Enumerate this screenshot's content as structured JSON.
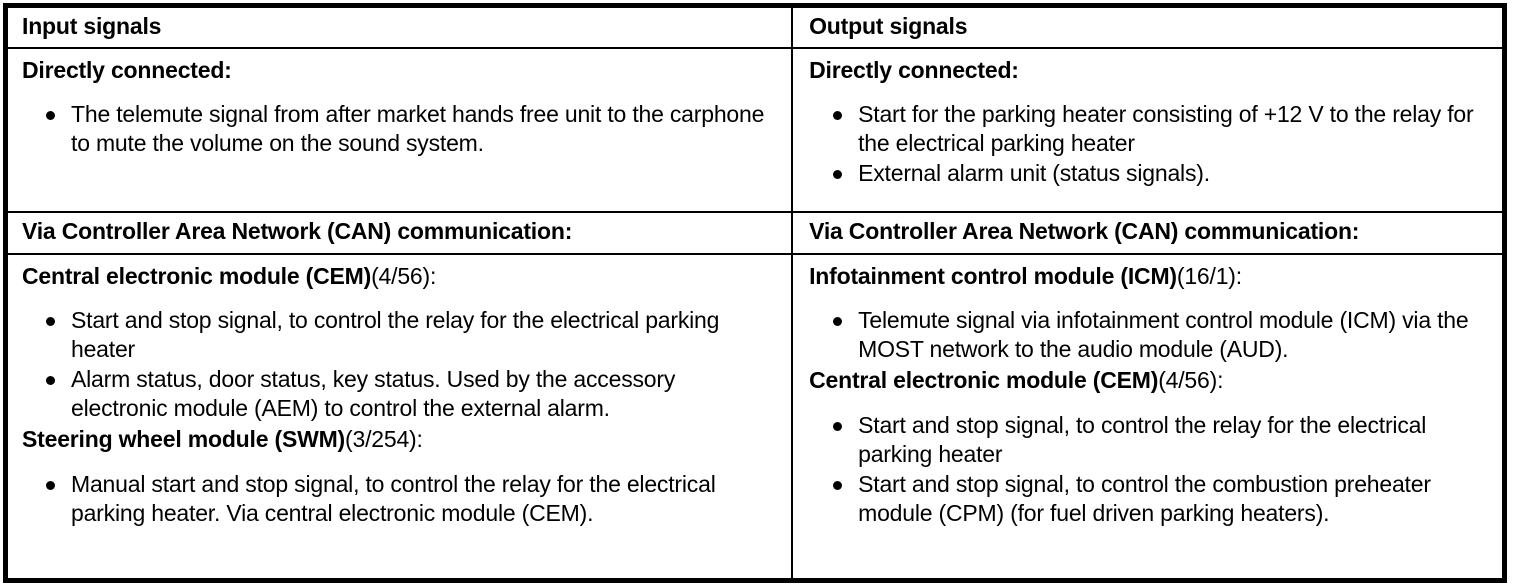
{
  "table": {
    "columns": [
      {
        "id": "input",
        "header": "Input signals"
      },
      {
        "id": "output",
        "header": "Output signals"
      }
    ],
    "rows": [
      {
        "id": "directly-connected",
        "left": {
          "heading": "Directly connected:",
          "bullets": [
            "The telemute signal from after market hands free unit to the carphone to mute the volume on the sound system."
          ]
        },
        "right": {
          "heading": "Directly connected:",
          "bullets": [
            "Start for the parking heater consisting of +12 V to the relay for the electrical parking heater",
            "External alarm unit (status signals)."
          ]
        }
      },
      {
        "id": "can-communication-header",
        "left": {
          "heading": "Via Controller Area Network (CAN) communication:"
        },
        "right": {
          "heading": "Via Controller Area Network (CAN) communication:"
        }
      },
      {
        "id": "can-communication-body",
        "left": {
          "groups": [
            {
              "title": "Central electronic module (CEM)",
              "ref": "(4/56):",
              "bullets": [
                "Start and stop signal, to control the relay for the electrical parking heater",
                "Alarm status, door status, key status. Used by the accessory electronic module (AEM) to control the external alarm."
              ]
            },
            {
              "title": "Steering wheel module (SWM)",
              "ref": "(3/254):",
              "bullets": [
                "Manual start and stop signal, to control the relay for the electrical parking heater. Via central electronic module (CEM)."
              ]
            }
          ]
        },
        "right": {
          "groups": [
            {
              "title": "Infotainment control module (ICM)",
              "ref": "(16/1):",
              "bullets": [
                "Telemute signal via infotainment control module (ICM) via the MOST network to the audio module (AUD)."
              ]
            },
            {
              "title": "Central electronic module (CEM)",
              "ref": "(4/56):",
              "bullets": [
                "Start and stop signal, to control the relay for the electrical parking heater",
                "Start and stop signal, to control the combustion preheater module (CPM) (for fuel driven parking heaters)."
              ]
            }
          ]
        }
      }
    ]
  },
  "style": {
    "ink": "#000000",
    "paper": "#ffffff"
  }
}
